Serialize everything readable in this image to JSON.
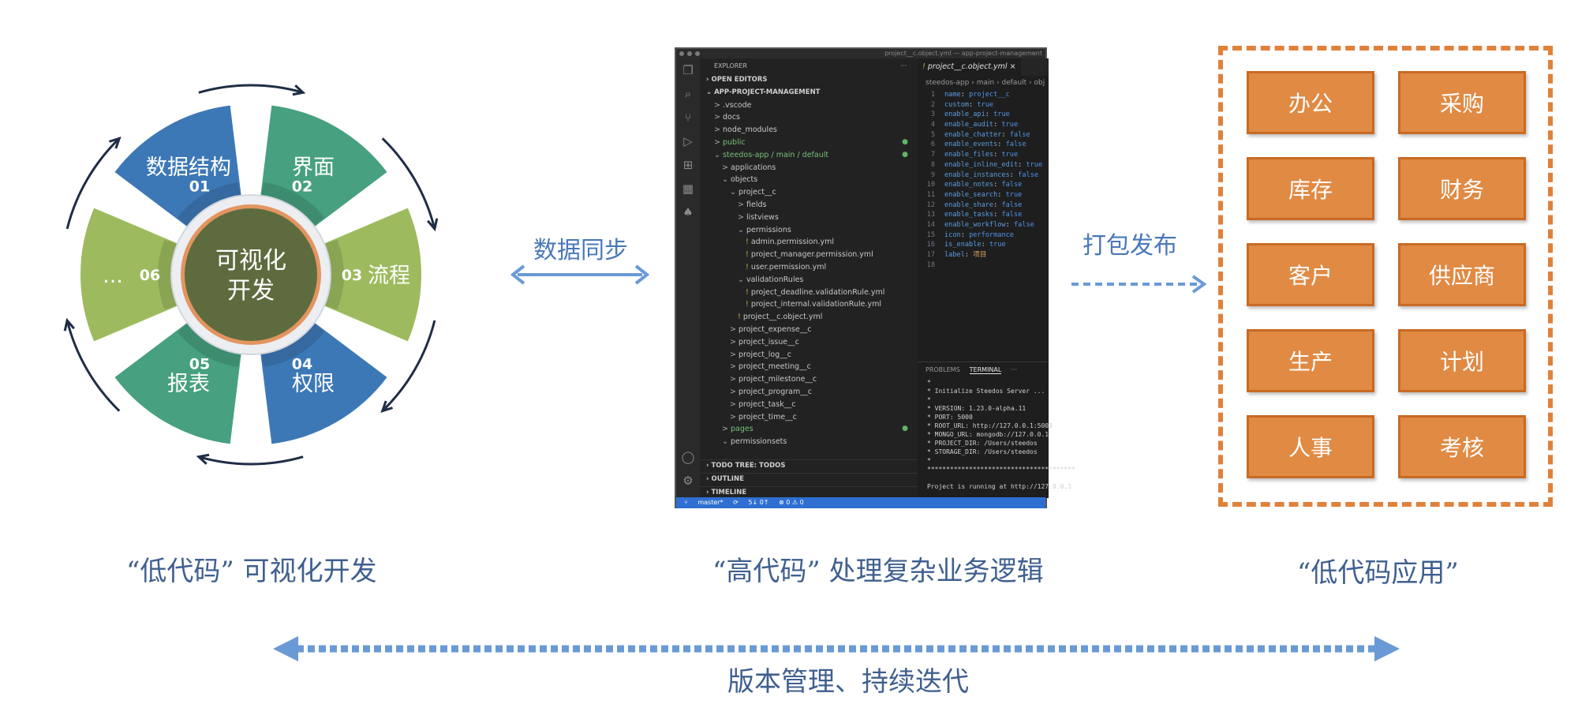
{
  "wheel": {
    "center_label_line1": "可视化",
    "center_label_line2": "开发",
    "segments": [
      {
        "label": "数据结构",
        "number": "01",
        "color": "#3d78b6"
      },
      {
        "label": "界面",
        "number": "02",
        "color": "#47a07f"
      },
      {
        "label": "流程",
        "number": "03",
        "color": "#9dbb5e"
      },
      {
        "label": "权限",
        "number": "04",
        "color": "#3d78b6"
      },
      {
        "label": "报表",
        "number": "05",
        "color": "#47a07f"
      },
      {
        "label": "...",
        "number": "06",
        "color": "#9dbb5e"
      }
    ],
    "center_color": "#5a6b3c",
    "ring_color": "#e0905a"
  },
  "captions": {
    "left": "“低代码” 可视化开发",
    "middle": "“高代码” 处理复杂业务逻辑",
    "right": "“低代码应用”",
    "bottom": "版本管理、持续迭代"
  },
  "arrows": {
    "sync_label": "数据同步",
    "publish_label": "打包发布",
    "arrow_color": "#6a9ad6"
  },
  "ide": {
    "window_title": "project__c.object.yml — app-project-management",
    "explorer_title": "EXPLORER",
    "open_editors": "OPEN EDITORS",
    "project_name": "APP-PROJECT-MANAGEMENT",
    "tree": [
      {
        "label": ".vscode",
        "indent": 1,
        "prefix": ">"
      },
      {
        "label": "docs",
        "indent": 1,
        "prefix": ">"
      },
      {
        "label": "node_modules",
        "indent": 1,
        "prefix": ">"
      },
      {
        "label": "public",
        "indent": 1,
        "prefix": ">",
        "modified": true
      },
      {
        "label": "steedos-app / main / default",
        "indent": 1,
        "prefix": "⌄",
        "modified": true
      },
      {
        "label": "applications",
        "indent": 2,
        "prefix": ">"
      },
      {
        "label": "objects",
        "indent": 2,
        "prefix": "⌄"
      },
      {
        "label": "project__c",
        "indent": 3,
        "prefix": "⌄"
      },
      {
        "label": "fields",
        "indent": 4,
        "prefix": ">"
      },
      {
        "label": "listviews",
        "indent": 4,
        "prefix": ">"
      },
      {
        "label": "permissions",
        "indent": 4,
        "prefix": "⌄"
      },
      {
        "label": "admin.permission.yml",
        "indent": 5,
        "prefix": "!"
      },
      {
        "label": "project_manager.permission.yml",
        "indent": 5,
        "prefix": "!"
      },
      {
        "label": "user.permission.yml",
        "indent": 5,
        "prefix": "!"
      },
      {
        "label": "validationRules",
        "indent": 4,
        "prefix": "⌄"
      },
      {
        "label": "project_deadline.validationRule.yml",
        "indent": 5,
        "prefix": "!"
      },
      {
        "label": "project_internal.validationRule.yml",
        "indent": 5,
        "prefix": "!"
      },
      {
        "label": "project__c.object.yml",
        "indent": 4,
        "prefix": "!"
      },
      {
        "label": "project_expense__c",
        "indent": 3,
        "prefix": ">"
      },
      {
        "label": "project_issue__c",
        "indent": 3,
        "prefix": ">"
      },
      {
        "label": "project_log__c",
        "indent": 3,
        "prefix": ">"
      },
      {
        "label": "project_meeting__c",
        "indent": 3,
        "prefix": ">"
      },
      {
        "label": "project_milestone__c",
        "indent": 3,
        "prefix": ">"
      },
      {
        "label": "project_program__c",
        "indent": 3,
        "prefix": ">"
      },
      {
        "label": "project_task__c",
        "indent": 3,
        "prefix": ">"
      },
      {
        "label": "project_time__c",
        "indent": 3,
        "prefix": ">"
      },
      {
        "label": "pages",
        "indent": 2,
        "prefix": ">",
        "modified": true
      },
      {
        "label": "permissionsets",
        "indent": 2,
        "prefix": "⌄"
      }
    ],
    "bottom_sections": [
      "TODO TREE: TODOS",
      "OUTLINE",
      "TIMELINE"
    ],
    "tab_label": "project__c.object.yml",
    "breadcrumb": "steedos-app › main › default › obj",
    "code": [
      {
        "k": "name",
        "v": "project__c",
        "s": false
      },
      {
        "k": "custom",
        "v": "true",
        "s": false
      },
      {
        "k": "enable_api",
        "v": "true",
        "s": false
      },
      {
        "k": "enable_audit",
        "v": "true",
        "s": false
      },
      {
        "k": "enable_chatter",
        "v": "false",
        "s": false
      },
      {
        "k": "enable_events",
        "v": "false",
        "s": false
      },
      {
        "k": "enable_files",
        "v": "true",
        "s": false
      },
      {
        "k": "enable_inline_edit",
        "v": "true",
        "s": false
      },
      {
        "k": "enable_instances",
        "v": "false",
        "s": false
      },
      {
        "k": "enable_notes",
        "v": "false",
        "s": false
      },
      {
        "k": "enable_search",
        "v": "true",
        "s": false
      },
      {
        "k": "enable_share",
        "v": "false",
        "s": false
      },
      {
        "k": "enable_tasks",
        "v": "false",
        "s": false
      },
      {
        "k": "enable_workflow",
        "v": "false",
        "s": false
      },
      {
        "k": "icon",
        "v": "performance",
        "s": false
      },
      {
        "k": "is_enable",
        "v": "true",
        "s": false
      },
      {
        "k": "label",
        "v": "项目",
        "s": true
      },
      {
        "k": "",
        "v": "",
        "s": false
      }
    ],
    "panel_tabs": [
      "PROBLEMS",
      "TERMINAL",
      "···"
    ],
    "terminal": [
      "*",
      "*  Initialize Steedos Server ...",
      "*",
      "*  VERSION: 1.23.0-alpha.11",
      "*  PORT: 5000",
      "*  ROOT_URL: http://127.0.0.1:5000",
      "*  MONGO_URL: mongodb://127.0.0.1",
      "*  PROJECT_DIR: /Users/steedos",
      "*  STORAGE_DIR: /Users/steedos",
      "*",
      "***************************************",
      "",
      "Project is running at http://127.0.0.1",
      "",
      "▯"
    ],
    "status": {
      "branch": "master*",
      "sync": "5↓ 0↑",
      "problems": "⊗ 0 ⚠ 0"
    }
  },
  "modules": [
    [
      "办公",
      "采购"
    ],
    [
      "库存",
      "财务"
    ],
    [
      "客户",
      "供应商"
    ],
    [
      "生产",
      "计划"
    ],
    [
      "人事",
      "考核"
    ]
  ]
}
